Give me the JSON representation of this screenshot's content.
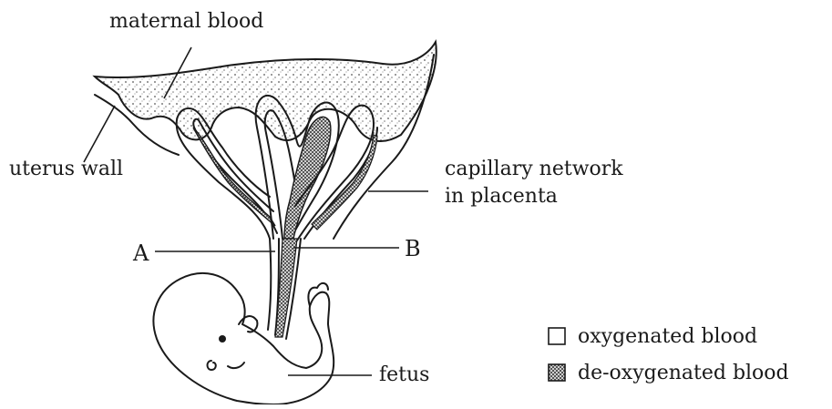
{
  "labels": {
    "maternal_blood": "maternal blood",
    "uterus_wall": "uterus wall",
    "capillary_line1": "capillary network",
    "capillary_line2": "in placenta",
    "point_a": "A",
    "point_b": "B",
    "fetus": "fetus"
  },
  "legend": {
    "oxygenated": "oxygenated blood",
    "deoxygenated": "de-oxygenated blood"
  },
  "colors": {
    "line": "#1a1a1a",
    "deoxygenated_fill": "#9a9a9a",
    "maternal_fill": "#e3e3e3"
  }
}
